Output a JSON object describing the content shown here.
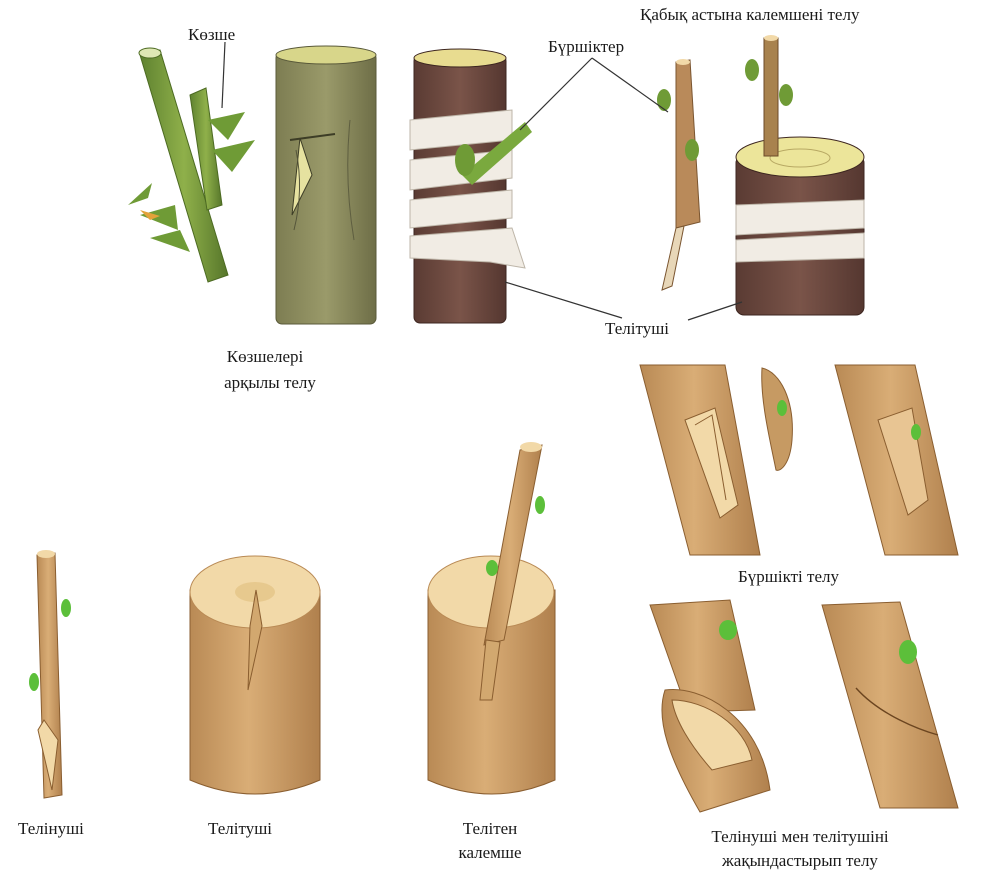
{
  "labels": {
    "kozshe": "Көзше",
    "kabyk_title": "Қабық    астына    калемшені    телу",
    "burshikter": "Бүршіктер",
    "telitushi_top": "Телітуші",
    "kozsheleri_line1": "Көзшелері",
    "kozsheleri_line2": "арқылы    телу",
    "burshikti": "Бүршікті     телу",
    "telinushi": "Телінуші",
    "telitushi_bottom": "Телітуші",
    "teligen_line1": "Телітен",
    "teligen_line2": "калемше",
    "jak_line1": "Телінуші    мен    телітушіні",
    "jak_line2": "жақындастырып      телу"
  },
  "colors": {
    "green_shoot": "#7a9a3c",
    "grey_bark": "#8a8a5e",
    "dark_bark": "#6b4a40",
    "tan_wood": "#c69a63",
    "cut_face": "#f2d9a8",
    "bud_green": "#5cbf3a",
    "bandage": "#f1ece4"
  }
}
